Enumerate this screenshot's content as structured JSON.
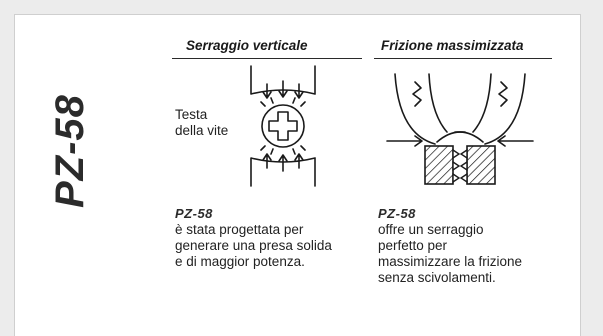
{
  "brand": "PZ-58",
  "columns": [
    {
      "heading": "Serraggio verticale",
      "label_lines": [
        "Testa",
        "della vite"
      ],
      "sub_brand": "PZ-58",
      "description_lines": [
        "è stata progettata per",
        "generare una presa solida",
        "e di maggior potenza."
      ],
      "diagram_icon": "screw-head-vertical-clamp-icon"
    },
    {
      "heading": "Frizione massimizzata",
      "sub_brand": "PZ-58",
      "description_lines": [
        "offre un serraggio",
        "perfetto per",
        "massimizzare la frizione",
        "senza scivolamenti."
      ],
      "diagram_icon": "jaw-grip-friction-icon"
    }
  ],
  "colors": {
    "background": "#ececec",
    "panel": "#ffffff",
    "ink": "#1a1a1a"
  }
}
